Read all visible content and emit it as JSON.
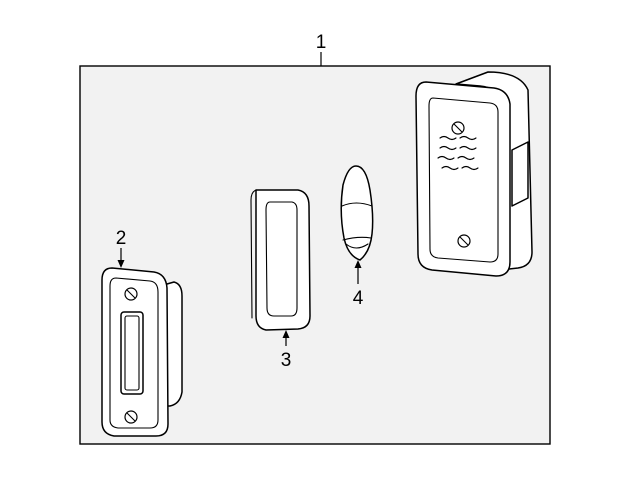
{
  "diagram": {
    "colors": {
      "background": "#ffffff",
      "frame_fill": "#f2f2f2",
      "line": "#000000",
      "part_fill": "#ffffff"
    },
    "callouts": [
      {
        "id": "1",
        "label": "1"
      },
      {
        "id": "2",
        "label": "2"
      },
      {
        "id": "3",
        "label": "3"
      },
      {
        "id": "4",
        "label": "4"
      }
    ]
  }
}
